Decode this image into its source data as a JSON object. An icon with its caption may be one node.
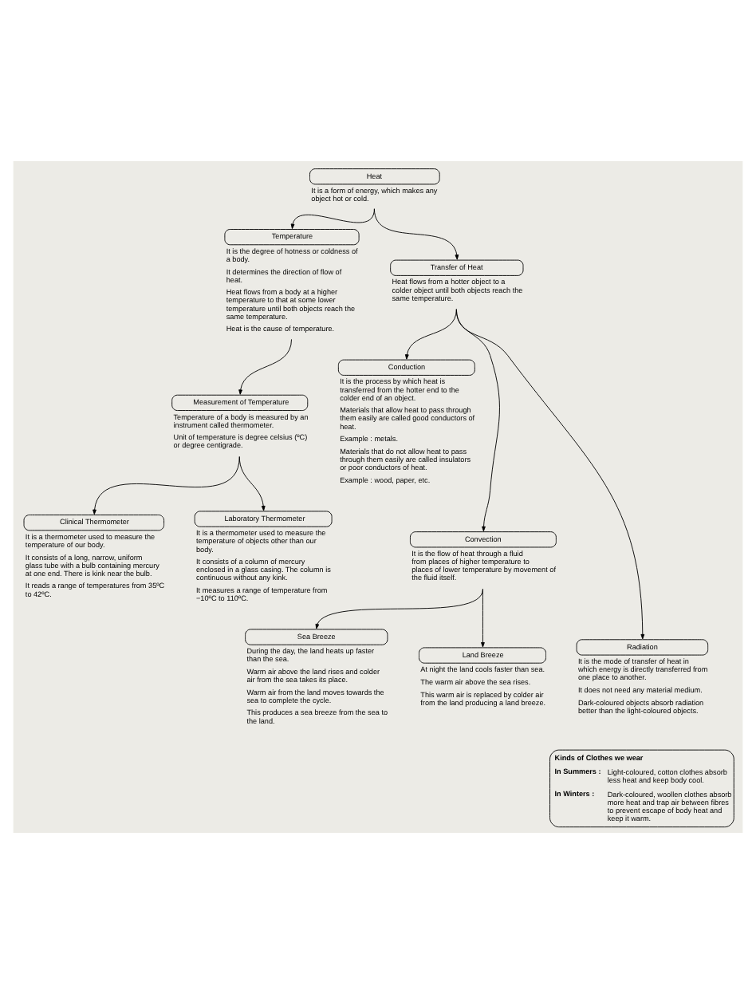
{
  "diagram": {
    "nodes": [
      {
        "text": [
          "Heat"
        ],
        "beside": [
          "It is a form of energy, which makes any object hot or cold."
        ]
      },
      {
        "text": [
          "Temperature"
        ],
        "beside": [
          "It is the degree of hotness or coldness of a body.",
          "It determines the direction of flow of heat.",
          "Heat flows from a body at a higher temperature to that at some lower temperature until both objects reach the same temperature.",
          "Heat is the cause of temperature."
        ]
      },
      {
        "text": [
          "Transfer of Heat"
        ],
        "beside": [
          "Heat flows from a hotter object to a colder object until both objects reach the same temperature."
        ]
      },
      {
        "text": [
          "Measurement of Temperature"
        ],
        "beside": [
          "Temperature of a body is measured by an instrument called thermometer.",
          "Unit of temperature is degree celsius (ºC) or degree centigrade."
        ]
      },
      {
        "text": [
          "Conduction"
        ],
        "beside": [
          "It is the process by which heat is transferred from the hotter end to the colder end of an object.",
          "Materials that allow heat to pass through them easily are called good conductors of heat.",
          "Example : metals.",
          "Materials that do not allow heat to pass through them easily are called insulators or poor conductors of heat.",
          "Example : wood, paper, etc."
        ]
      },
      {
        "text": [
          "Clinical Thermometer"
        ],
        "beside": [
          "It is a thermometer used to measure the temperature of our body.",
          "It consists of a long, narrow, uniform glass tube with a bulb containing mercury at one end. There is kink near the bulb.",
          "It reads a range of temperatures from 35ºC to 42ºC."
        ]
      },
      {
        "text": [
          "Laboratory Thermometer"
        ],
        "beside": [
          "It is a thermometer used to measure the temperature of objects other than our body.",
          "It consists of a column of mercury enclosed in a glass casing. The column is continuous without any kink.",
          "It measures a range of temperature from −10ºC to 110ºC."
        ]
      },
      {
        "text": [
          "Convection"
        ],
        "beside": [
          "It is the flow of heat through a fluid from places of higher temperature to places of lower temperature by movement of the fluid itself."
        ]
      },
      {
        "text": [
          "Sea Breeze"
        ],
        "beside": [
          "During the day, the land heats up faster than the sea.",
          "Warm air above the land rises and colder air from the sea takes its place.",
          "Warm air from the land moves towards the sea to complete the cycle.",
          "This produces a sea breeze from the sea to the land."
        ]
      },
      {
        "text": [
          "Land Breeze"
        ],
        "beside": [
          "At night the land cools faster than sea.",
          "The warm air above the sea rises.",
          "This warm air is replaced by colder air from the land producing a land breeze."
        ]
      },
      {
        "text": [
          "Radiation"
        ],
        "beside": [
          "It is the mode of transfer of heat in which energy is directly transferred from one place to another.",
          "It does not need any material medium.",
          "Dark-coloured objects absorb radiation better than the light-coloured objects."
        ]
      },
      {
        "text": [
          "Kinds of Clothes we wear",
          "In Summers :",
          "Light-coloured, cotton clothes absorb less heat and keep body cool.",
          "In Winters :",
          "Dark-coloured, woollen clothes absorb more heat and trap air between fibres to prevent escape of body heat and keep it warm."
        ]
      }
    ],
    "edges": [
      {
        "from": 0,
        "to": 1,
        "arrow": "to"
      },
      {
        "from": 0,
        "to": 2,
        "arrow": "to"
      },
      {
        "from": 1,
        "to": 3,
        "arrow": "to"
      },
      {
        "from": 2,
        "to": 4,
        "arrow": "to"
      },
      {
        "from": 3,
        "to": 5,
        "arrow": "to"
      },
      {
        "from": 3,
        "to": 6,
        "arrow": "to"
      },
      {
        "from": 2,
        "to": 7,
        "arrow": "to"
      },
      {
        "from": 7,
        "to": 8,
        "arrow": "to"
      },
      {
        "from": 7,
        "to": 9,
        "arrow": "to"
      },
      {
        "from": 2,
        "to": 10,
        "arrow": "to"
      }
    ]
  }
}
